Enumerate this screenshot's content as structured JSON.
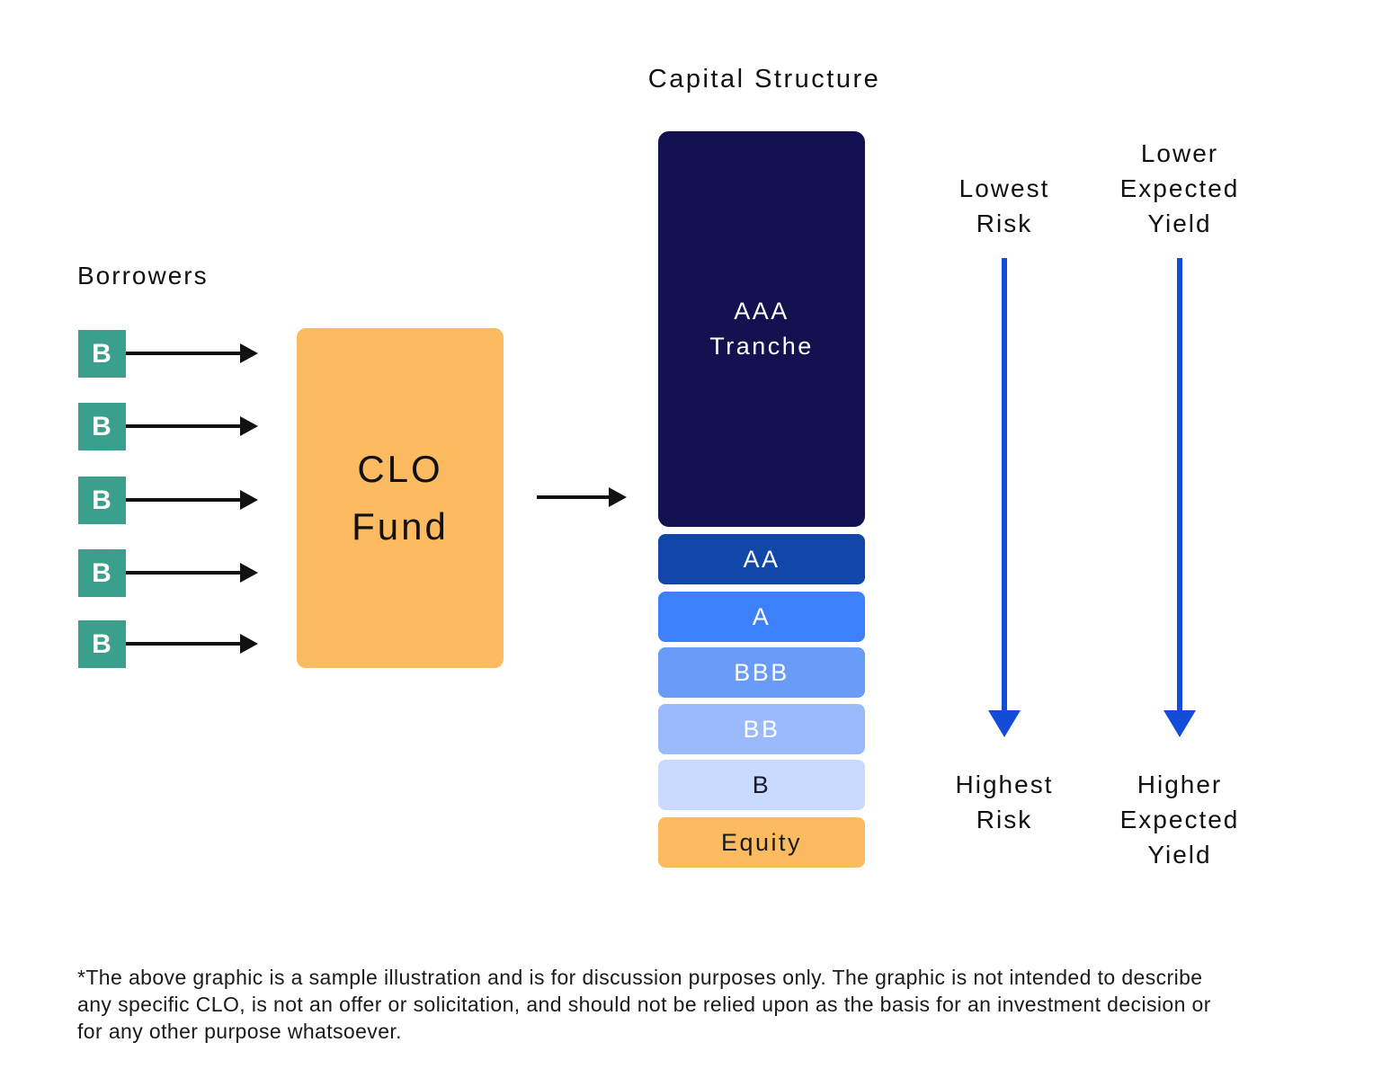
{
  "borrowers": {
    "label": "Borrowers",
    "items": [
      "B",
      "B",
      "B",
      "B",
      "B"
    ]
  },
  "clo_fund": {
    "line1": "CLO",
    "line2": "Fund"
  },
  "capital_structure": {
    "title": "Capital Structure",
    "tranches": [
      {
        "label_line1": "AAA",
        "label_line2": "Tranche",
        "color": "#131150"
      },
      {
        "label": "AA",
        "color": "#1247aa"
      },
      {
        "label": "A",
        "color": "#3d80fb"
      },
      {
        "label": "BBB",
        "color": "#699cf9"
      },
      {
        "label": "BB",
        "color": "#9abafc"
      },
      {
        "label": "B",
        "color": "#c8dafd"
      },
      {
        "label": "Equity",
        "color": "#fcba61"
      }
    ]
  },
  "risk_scale": {
    "top_label": "Lowest Risk",
    "bottom_label": "Highest Risk"
  },
  "yield_scale": {
    "top_label": "Lower Expected Yield",
    "bottom_label": "Higher Expected Yield"
  },
  "disclaimer": "*The above graphic is a sample illustration and is for discussion purposes only.  The graphic is not intended to describe any specific CLO, is not an offer or solicitation, and should not be relied upon as the basis for an investment decision or for any other purpose whatsoever.",
  "colors": {
    "borrower_box": "#3aa08d",
    "clo_fund_box": "#fcba61",
    "aaa_tranche": "#131150",
    "equity_tranche": "#fcba61",
    "flow_arrow": "#111111",
    "scale_arrow": "#134cd6"
  }
}
